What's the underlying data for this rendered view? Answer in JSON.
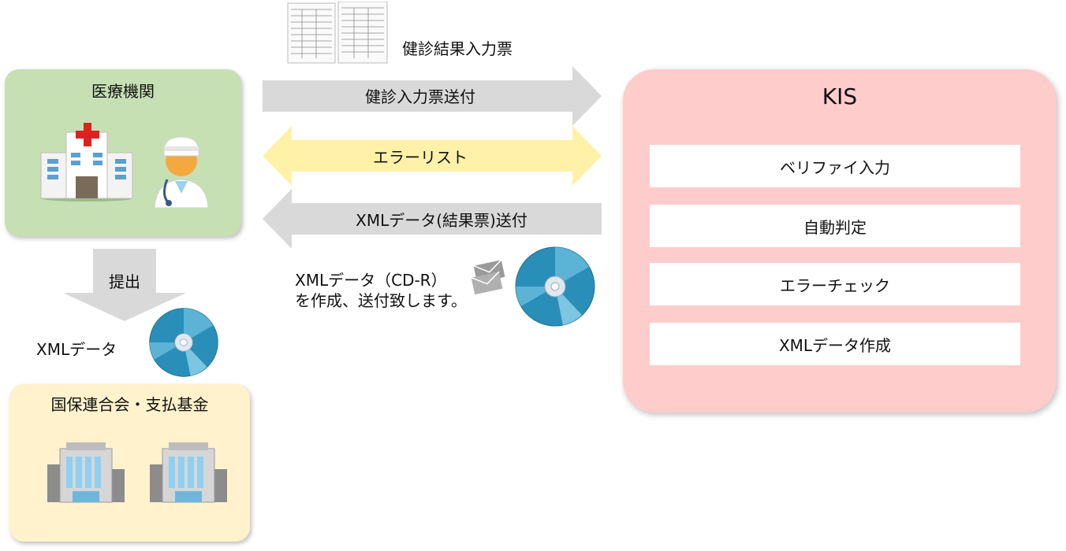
{
  "form_label": "健診結果入力票",
  "hospital": {
    "title": "医療機関"
  },
  "arrows": {
    "send_form": "健診入力票送付",
    "error_list": "エラーリスト",
    "xml_send": "XMLデータ(結果票)送付",
    "submit": "提出"
  },
  "cd_note": {
    "line1": "XMLデータ（CD-R）",
    "line2": "を作成、送付致します。"
  },
  "xml_data_label": "XMLデータ",
  "kokuho": {
    "title": "国保連合会・支払基金"
  },
  "kis": {
    "title": "KIS",
    "steps": [
      "ベリファイ入力",
      "自動判定",
      "エラーチェック",
      "XMLデータ作成"
    ]
  },
  "colors": {
    "hospital_bg": "#c6e0b4",
    "kokuho_bg": "#fff2cc",
    "kis_bg": "#ffcccc",
    "gray_arrow": "#d9d9d9",
    "yellow_arrow": "#fff2a8",
    "cd_blue": "#2a8fb8"
  }
}
